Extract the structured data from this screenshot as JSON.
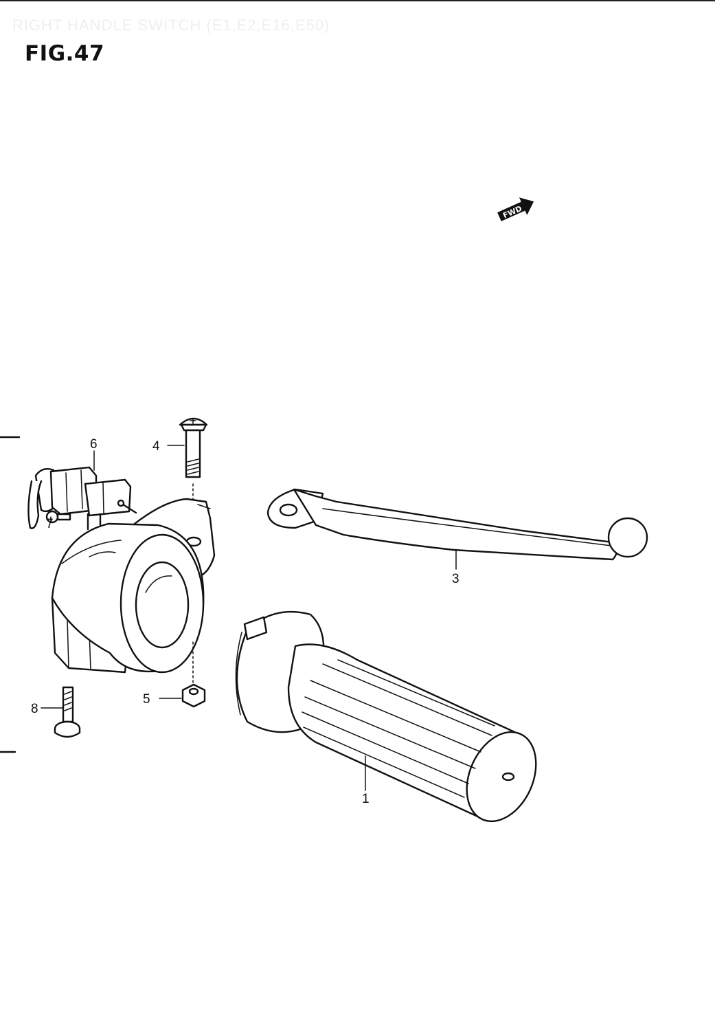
{
  "header": {
    "section_title": "RIGHT HANDLE SWITCH (E1,E2,E16,E50)",
    "figure_number": "FIG.47"
  },
  "direction_badge": {
    "label": "FWD",
    "icon": "forward-arrow-icon"
  },
  "callouts": [
    {
      "number": "1",
      "part": "handlebar-grip"
    },
    {
      "number": "3",
      "part": "brake-lever"
    },
    {
      "number": "4",
      "part": "screw"
    },
    {
      "number": "5",
      "part": "nut"
    },
    {
      "number": "6",
      "part": "stop-light-switch"
    },
    {
      "number": "7",
      "part": "switch-screw"
    },
    {
      "number": "8",
      "part": "housing-screw"
    }
  ]
}
